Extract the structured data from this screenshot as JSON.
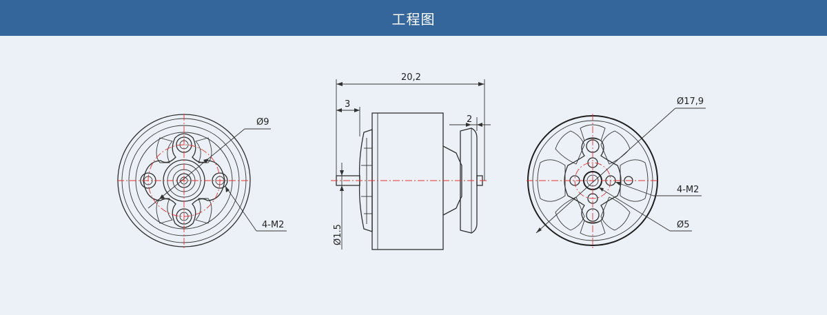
{
  "header": {
    "title": "工程图"
  },
  "drawing": {
    "left_view": {
      "dia_label": "Ø9",
      "hole_label": "4-M2"
    },
    "side_view": {
      "total_length_label": "20,2",
      "shaft_length_label": "3",
      "flange_label": "2",
      "shaft_dia_label": "Ø1.5"
    },
    "right_view": {
      "outer_dia_label": "Ø17,9",
      "hole_label": "4-M2",
      "bore_label": "Ø5"
    }
  },
  "colors": {
    "header_bg": "#34659b",
    "page_bg": "#ecf1f7",
    "centerline": "#e33232",
    "line": "#2e2e2e"
  }
}
